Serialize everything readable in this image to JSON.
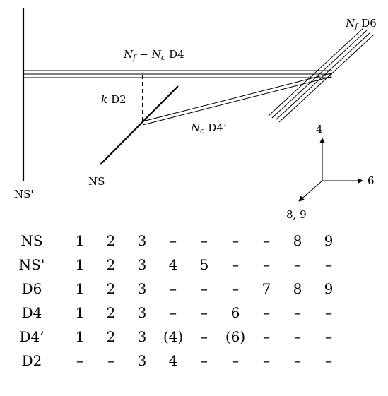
{
  "diagram": {
    "labels": {
      "ns_prime": "NS'",
      "ns": "NS",
      "d6_coeff": "N",
      "d6_sub": "f",
      "d6_name": "D6",
      "d4_n1": "N",
      "d4_sub1": "f",
      "d4_minus": "−",
      "d4_n2": "N",
      "d4_sub2": "c",
      "d4_name": "D4",
      "d2_coeff": "k",
      "d2_name": "D2",
      "d4p_coeff": "N",
      "d4p_sub": "c",
      "d4p_name": "D4’"
    },
    "axes": {
      "up": "4",
      "right": "6",
      "diag": "8, 9"
    }
  },
  "table": {
    "rows": [
      {
        "brane": "NS",
        "cells": [
          "1",
          "2",
          "3",
          "–",
          "–",
          "–",
          "–",
          "8",
          "9"
        ]
      },
      {
        "brane": "NS'",
        "cells": [
          "1",
          "2",
          "3",
          "4",
          "5",
          "–",
          "–",
          "–",
          "–"
        ]
      },
      {
        "brane": "D6",
        "cells": [
          "1",
          "2",
          "3",
          "–",
          "–",
          "–",
          "7",
          "8",
          "9"
        ]
      },
      {
        "brane": "D4",
        "cells": [
          "1",
          "2",
          "3",
          "–",
          "–",
          "6",
          "–",
          "–",
          "–"
        ]
      },
      {
        "brane": "D4’",
        "cells": [
          "1",
          "2",
          "3",
          "(4)",
          "–",
          "(6)",
          "–",
          "–",
          "–"
        ]
      },
      {
        "brane": "D2",
        "cells": [
          "–",
          "–",
          "3",
          "4",
          "–",
          "–",
          "–",
          "–",
          "–"
        ]
      }
    ]
  }
}
